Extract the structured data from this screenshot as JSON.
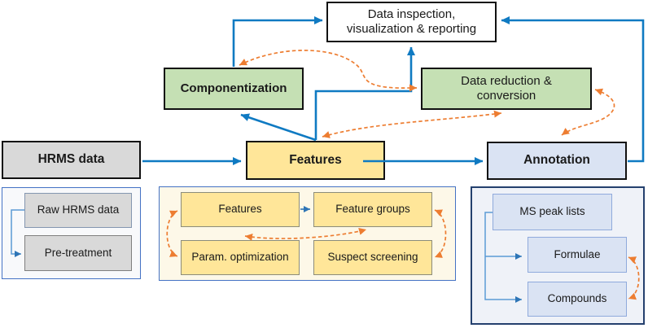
{
  "diagram": {
    "title_hint": "HRMS non-target screening workflow",
    "top_nodes": {
      "data_inspection": {
        "line1": "Data inspection,",
        "line2": "visualization & reporting"
      },
      "componentization": {
        "label": "Componentization"
      },
      "data_reduction": {
        "line1": "Data reduction &",
        "line2": "conversion"
      }
    },
    "main_nodes": {
      "hrms_data": {
        "label": "HRMS data"
      },
      "features": {
        "label": "Features"
      },
      "annotation": {
        "label": "Annotation"
      }
    },
    "groups": {
      "hrms": {
        "items": [
          {
            "label": "Raw HRMS data"
          },
          {
            "label": "Pre-treatment"
          }
        ]
      },
      "features": {
        "items": [
          {
            "label": "Features"
          },
          {
            "label": "Feature groups"
          },
          {
            "label": "Param. optimization"
          },
          {
            "label": "Suspect screening"
          }
        ]
      },
      "annotation": {
        "items": [
          {
            "label": "MS peak lists"
          },
          {
            "label": "Formulae"
          },
          {
            "label": "Compounds"
          }
        ]
      }
    },
    "colors": {
      "flow_arrow_blue": "#0f7ac2",
      "link_blue": "#5b9bd5",
      "link_blue_dark": "#2e75b6",
      "dashed_orange": "#ed7d31",
      "green_fill": "#c5e0b4",
      "yellow_fill": "#ffe699",
      "gray_fill": "#d9d9d9",
      "lightblue_fill": "#dae3f3",
      "container_border_blue": "#4472c4",
      "container_border_navy": "#24406e"
    }
  }
}
